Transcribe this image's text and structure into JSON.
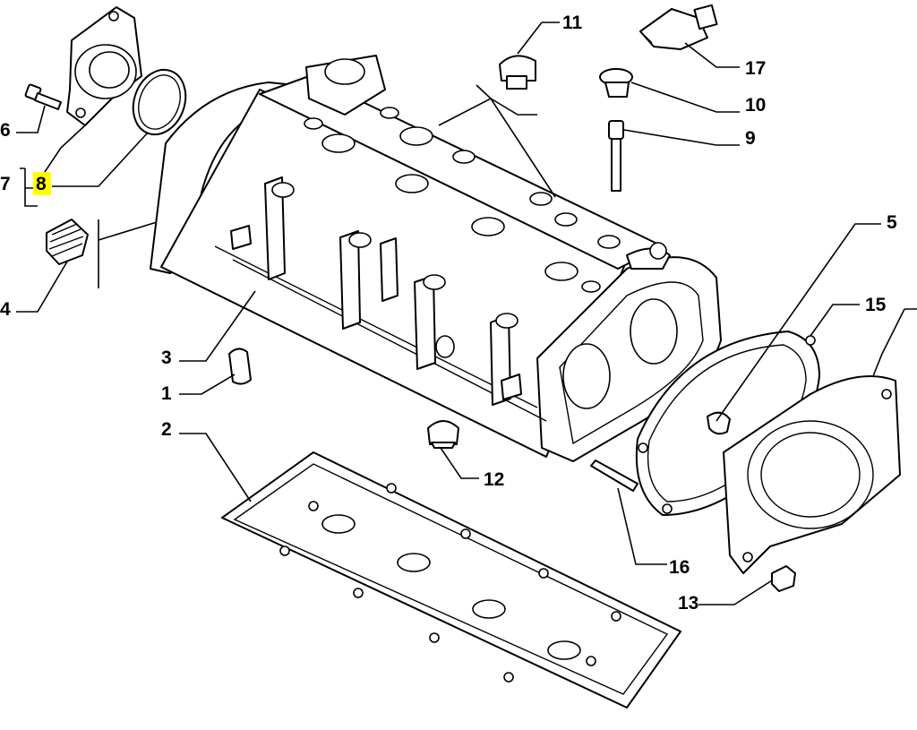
{
  "diagram": {
    "highlight_color": "#ffff00",
    "callouts": [
      {
        "id": "c1",
        "label": "1"
      },
      {
        "id": "c2",
        "label": "2"
      },
      {
        "id": "c3",
        "label": "3"
      },
      {
        "id": "c4",
        "label": "4"
      },
      {
        "id": "c5",
        "label": "5"
      },
      {
        "id": "c6",
        "label": "6"
      },
      {
        "id": "c7",
        "label": "7"
      },
      {
        "id": "c8",
        "label": "8",
        "highlighted": true
      },
      {
        "id": "c9",
        "label": "9"
      },
      {
        "id": "c10",
        "label": "10"
      },
      {
        "id": "c11",
        "label": "11"
      },
      {
        "id": "c12",
        "label": "12"
      },
      {
        "id": "c13",
        "label": "13"
      },
      {
        "id": "c15",
        "label": "15"
      },
      {
        "id": "c16",
        "label": "16"
      },
      {
        "id": "c17",
        "label": "17"
      }
    ]
  }
}
